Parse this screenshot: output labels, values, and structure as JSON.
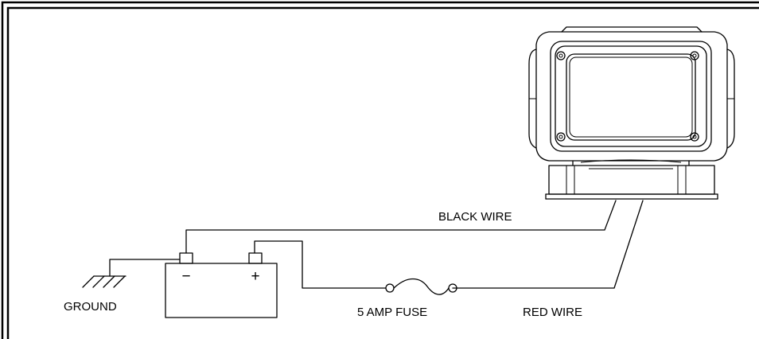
{
  "diagram": {
    "labels": {
      "black_wire": "BLACK WIRE",
      "red_wire": "RED WIRE",
      "fuse": "5 AMP FUSE",
      "ground": "GROUND",
      "negative_sign": "−",
      "positive_sign": "+"
    },
    "colors": {
      "line": "#000000",
      "background": "#ffffff"
    },
    "icons": [
      "searchlight-icon",
      "battery-icon",
      "fuse-icon",
      "ground-symbol-icon"
    ]
  }
}
